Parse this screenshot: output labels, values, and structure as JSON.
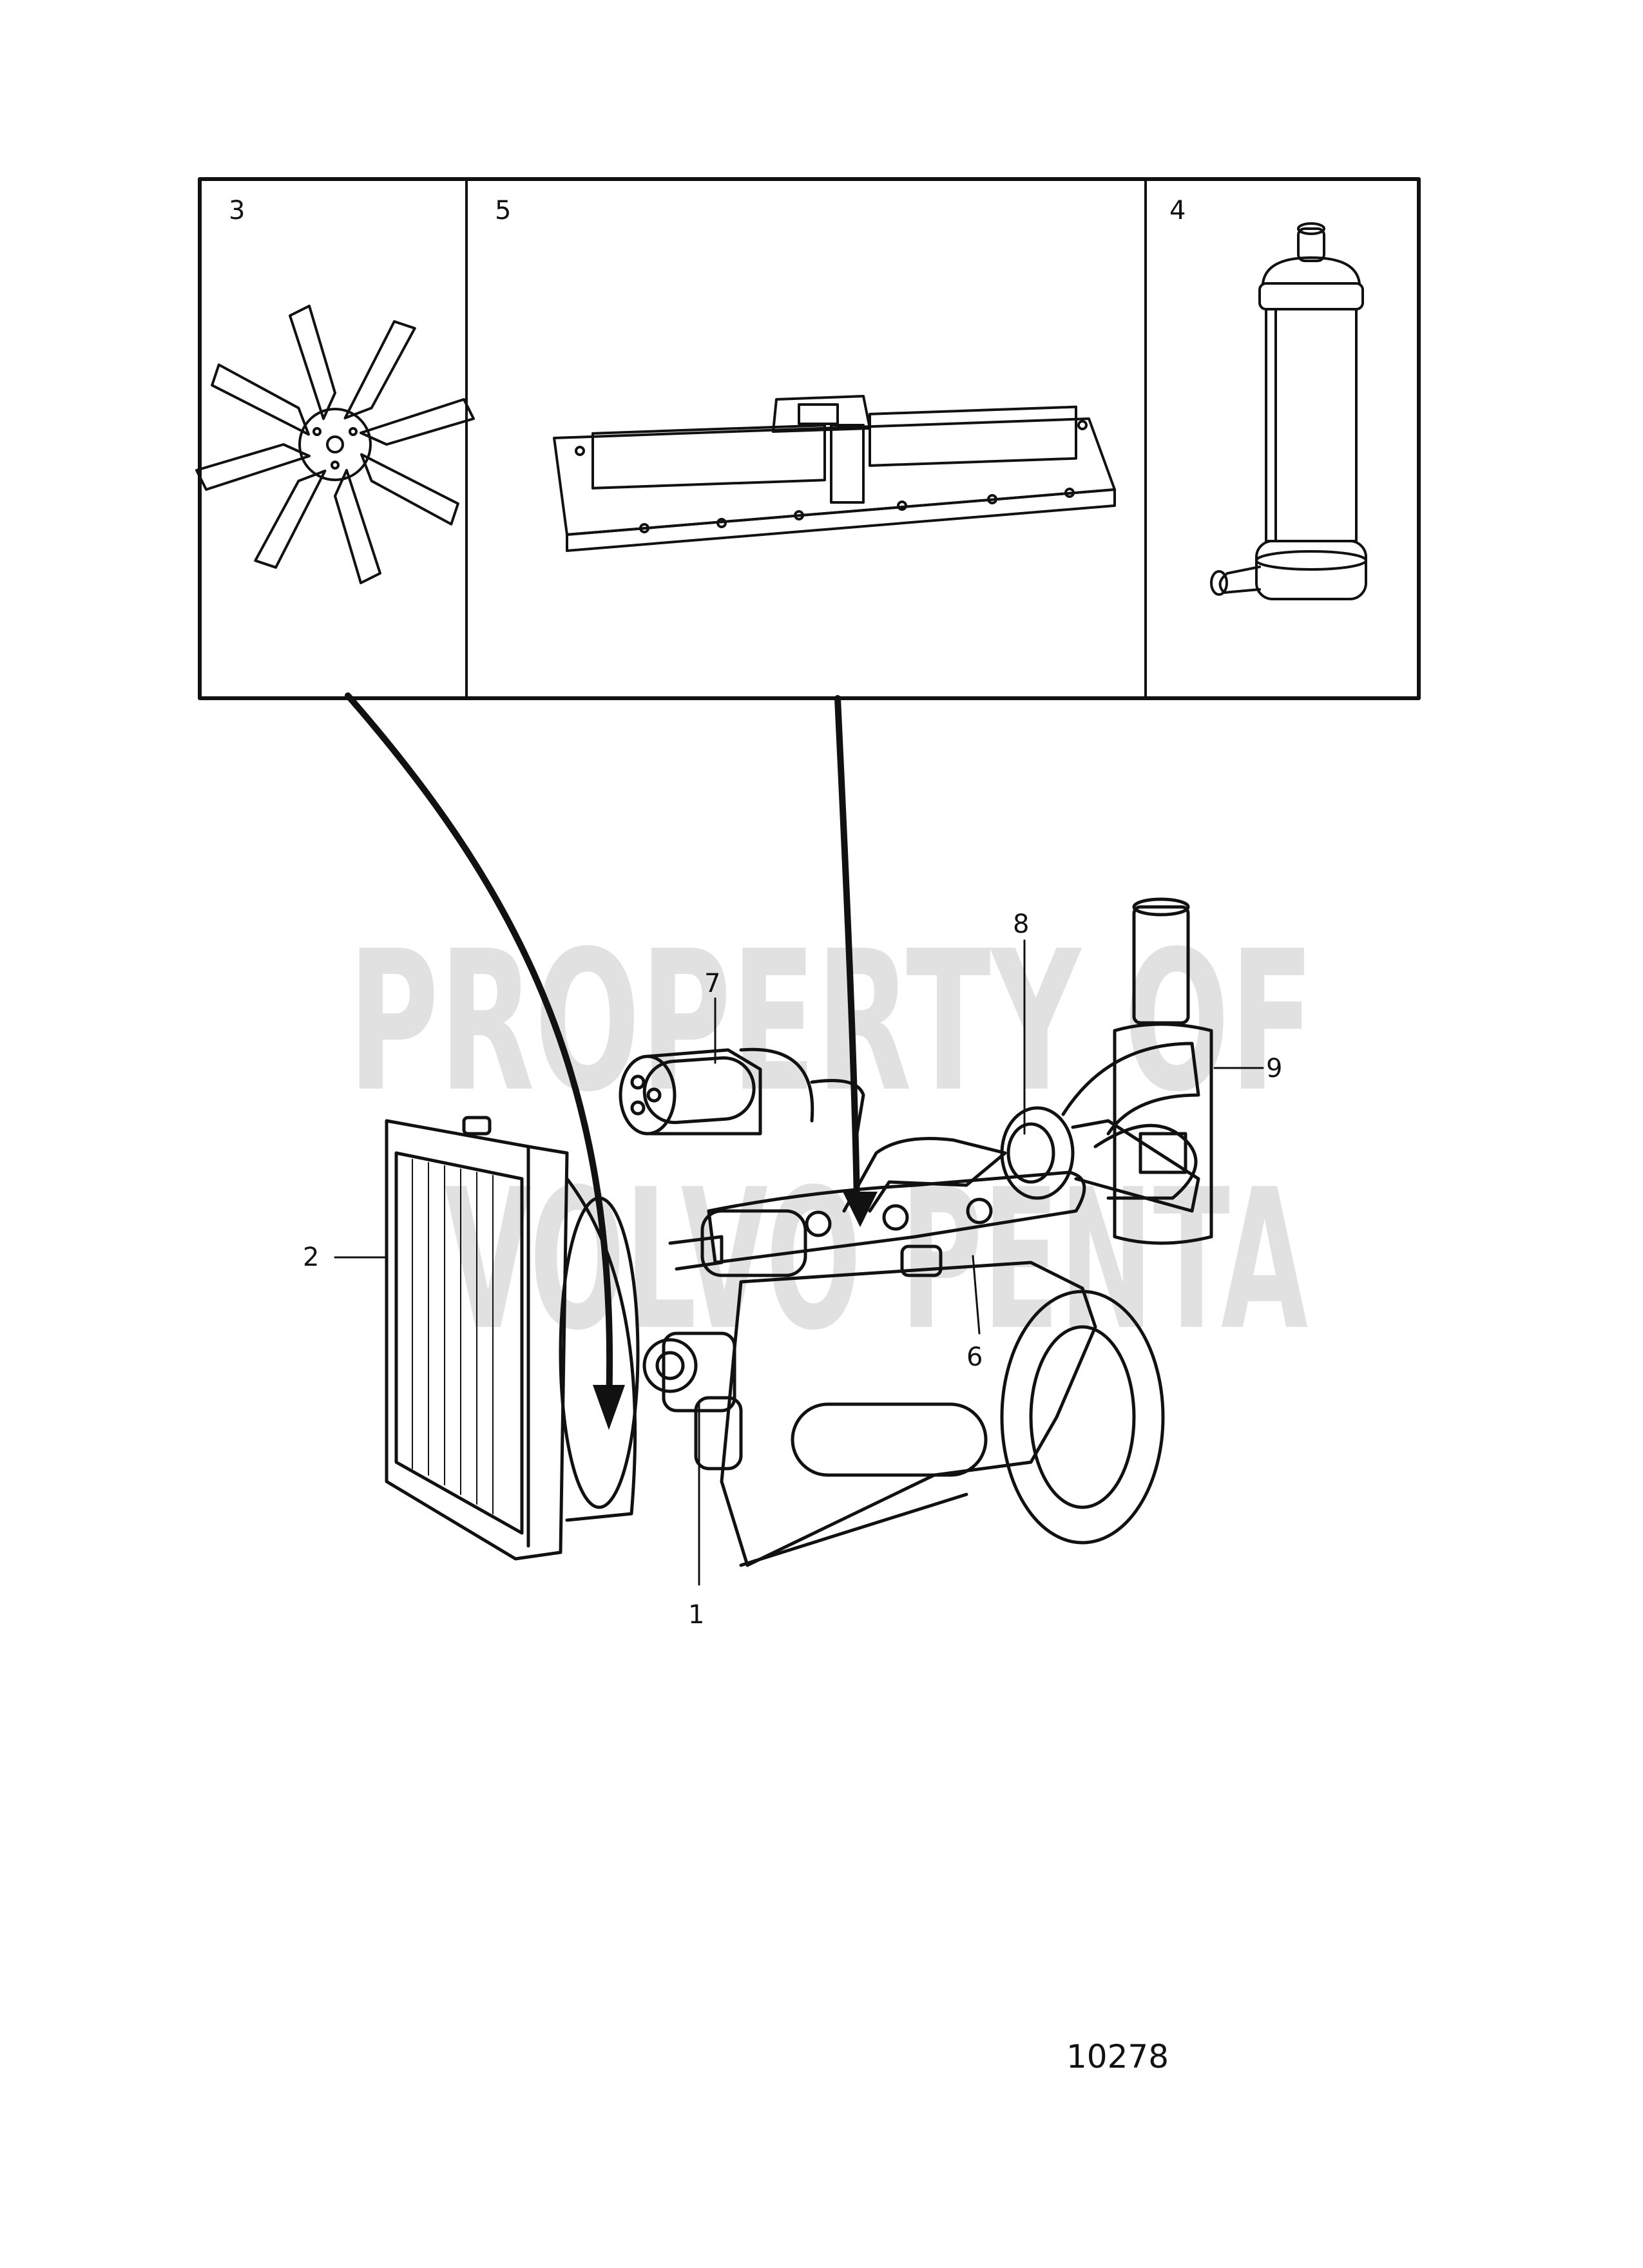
{
  "panels": [
    {
      "number": "3",
      "part": "fan"
    },
    {
      "number": "5",
      "part": "intake-manifold"
    },
    {
      "number": "4",
      "part": "filter-canister"
    }
  ],
  "callouts": {
    "c1": "1",
    "c2": "2",
    "c6": "6",
    "c7": "7",
    "c8": "8",
    "c9": "9"
  },
  "watermark": {
    "line1": "PROPERTY OF",
    "line2": "VOLVO PENTA"
  },
  "reference_number": "10278",
  "colors": {
    "ink": "#111111",
    "watermark": "#dcdcdc"
  }
}
